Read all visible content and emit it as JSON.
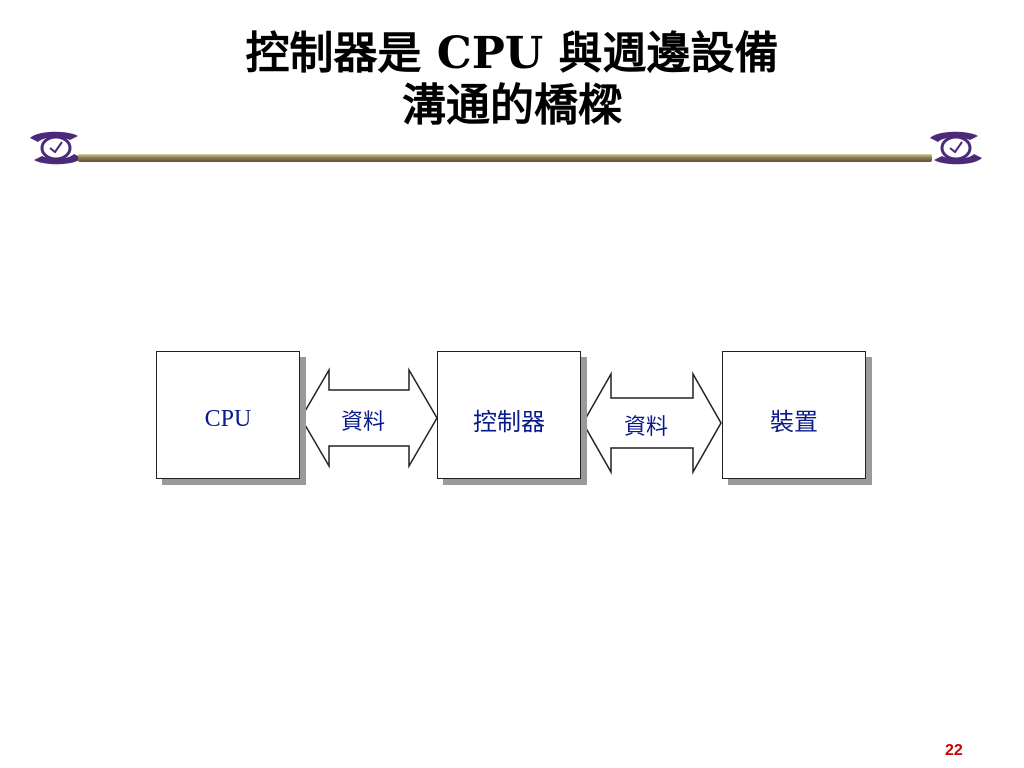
{
  "title": {
    "line1": "控制器是 CPU 與週邊設備",
    "line2": "溝通的橋樑"
  },
  "diagram": {
    "boxes": [
      {
        "label": "CPU"
      },
      {
        "label": "控制器"
      },
      {
        "label": "裝置"
      }
    ],
    "arrows": [
      {
        "label": "資料"
      },
      {
        "label": "資料"
      }
    ]
  },
  "logo": {
    "icon": "clock-swirl-icon",
    "color": "#4b2a7a"
  },
  "page_number": "22"
}
